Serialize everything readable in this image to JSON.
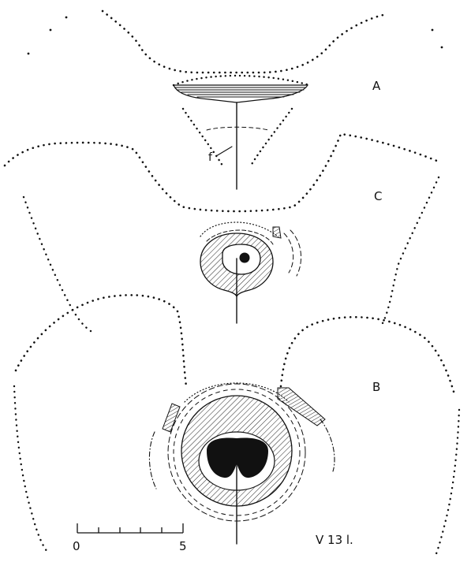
{
  "figure": {
    "labels": {
      "section_a": "A",
      "section_b": "B",
      "section_c": "C",
      "marker_f": "f",
      "specimen": "V 13 l."
    },
    "scale_bar": {
      "start_label": "0",
      "end_label": "5",
      "divisions": 5
    },
    "colors": {
      "ink": "#111111",
      "background": "#ffffff"
    }
  }
}
